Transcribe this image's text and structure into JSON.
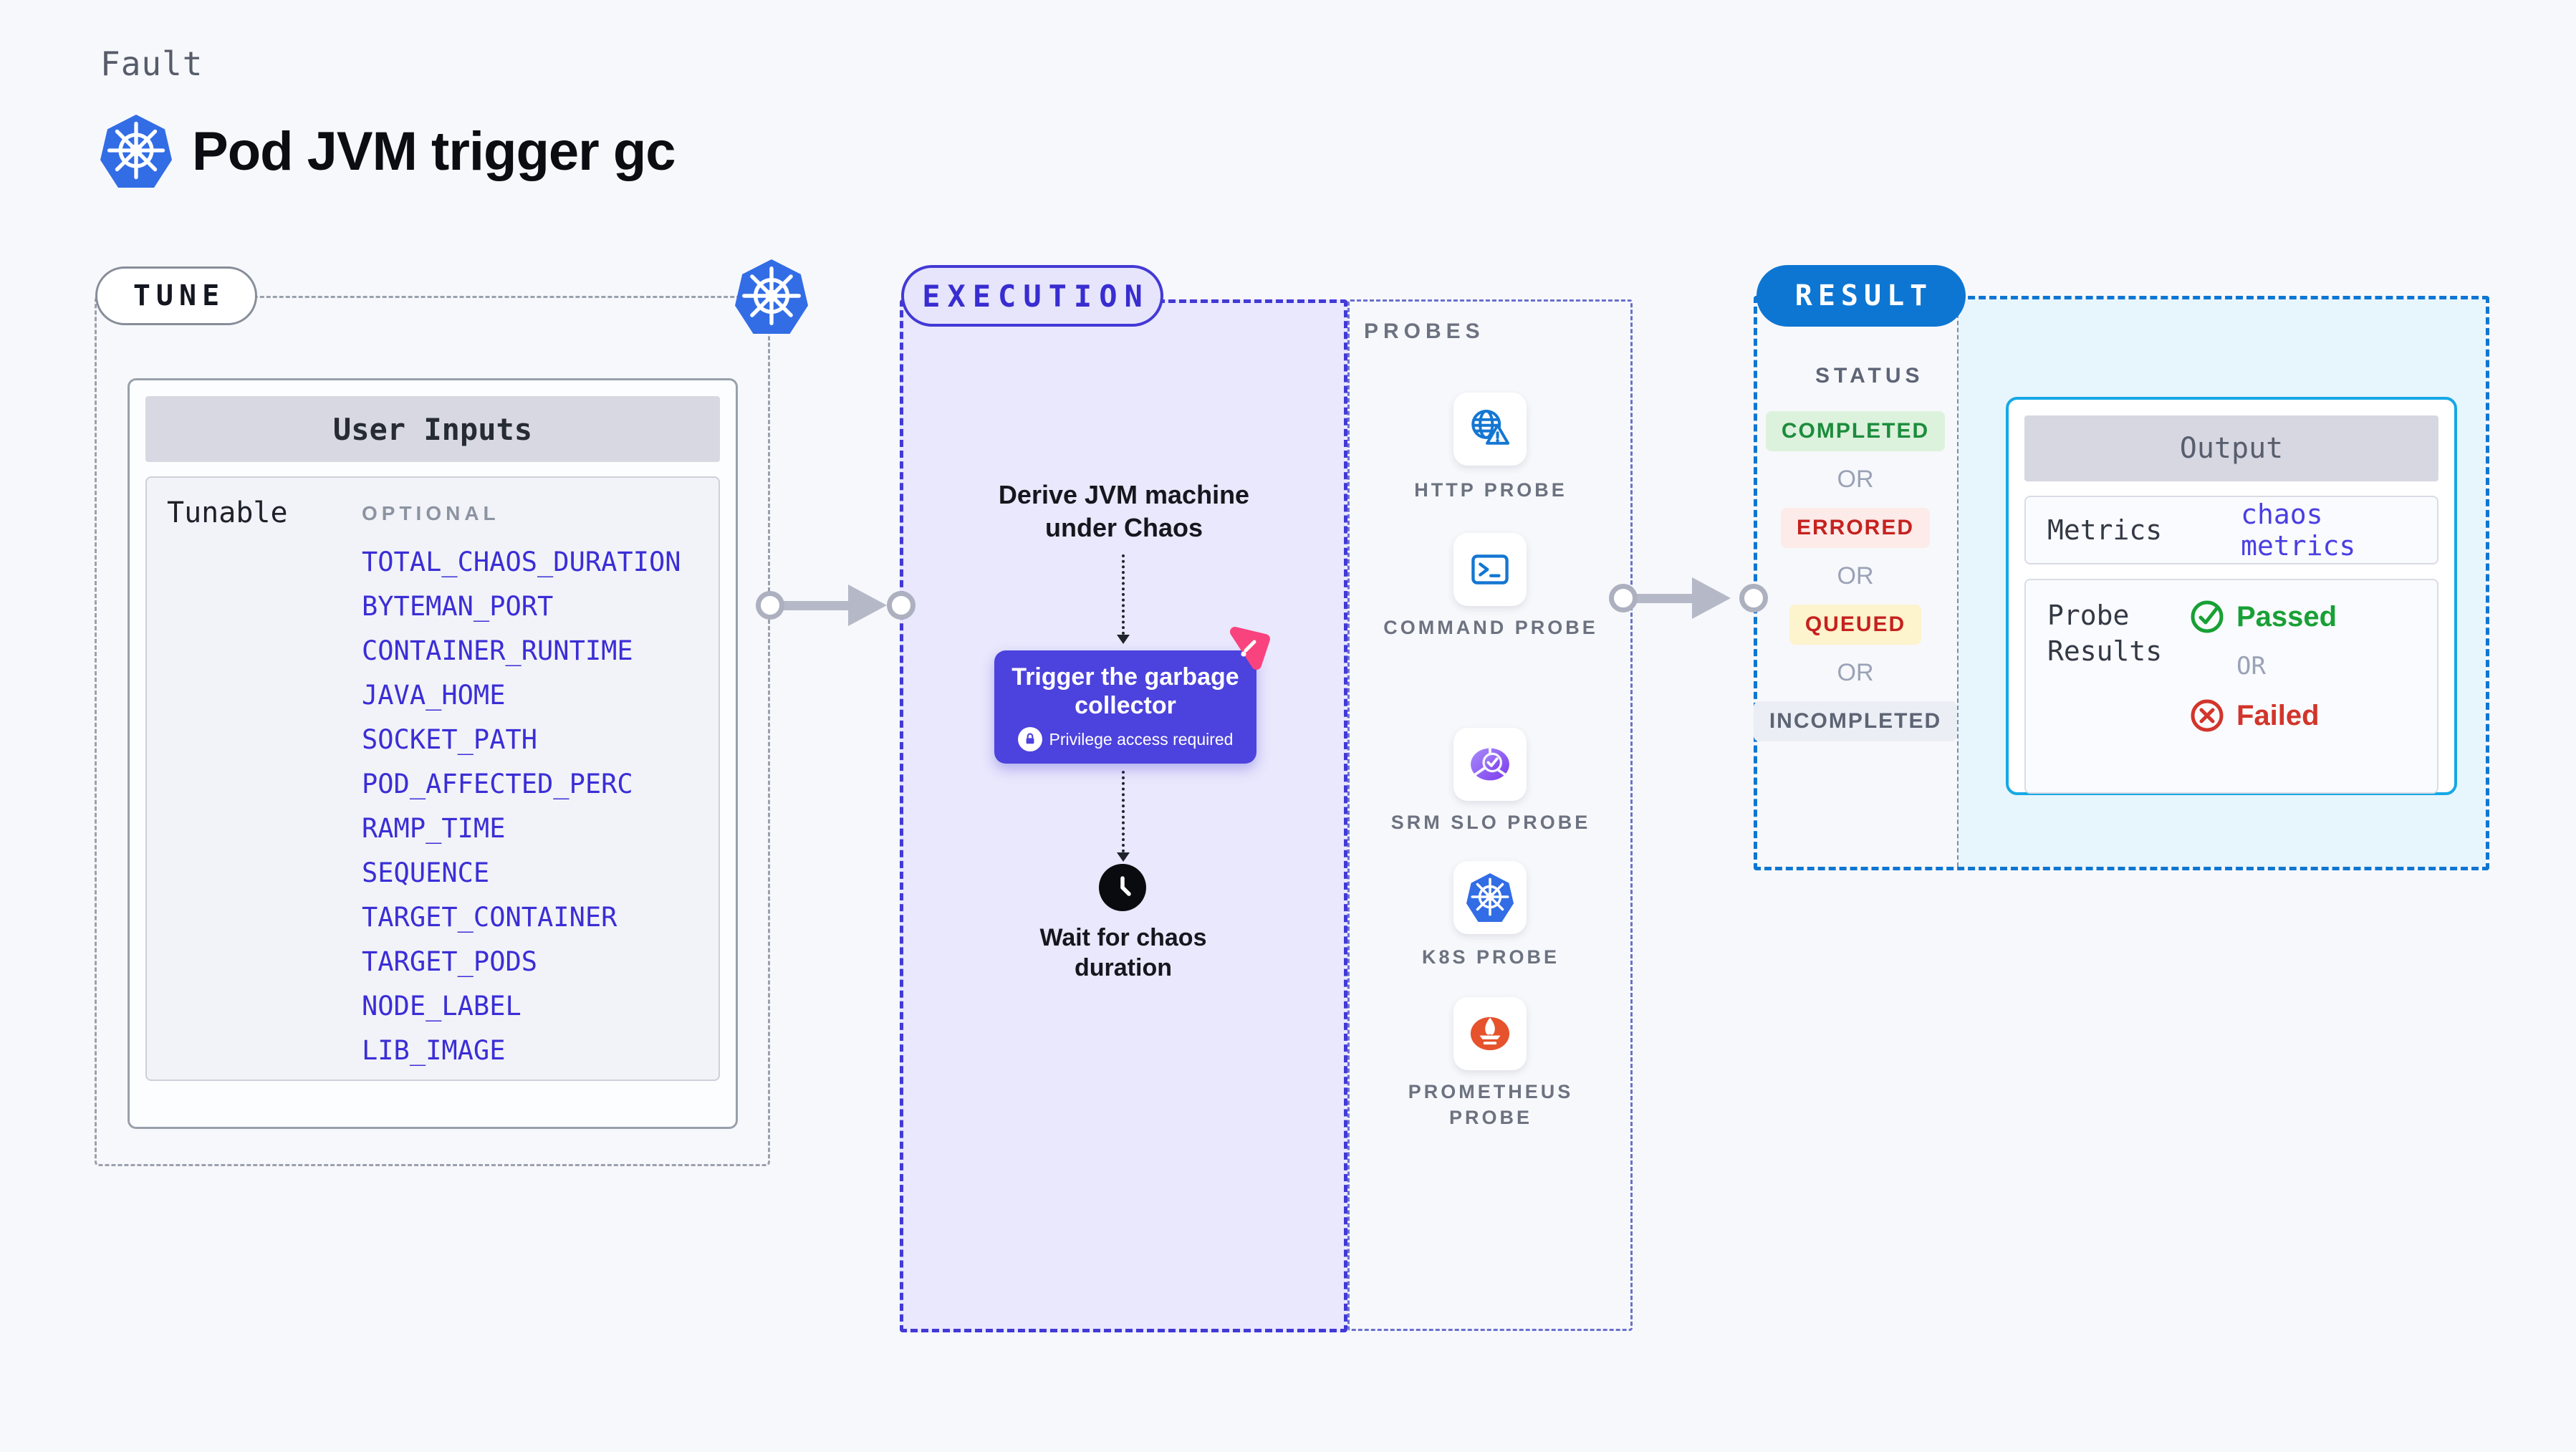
{
  "header": {
    "eyebrow": "Fault",
    "title": "Pod JVM trigger gc"
  },
  "tune": {
    "badge": "TUNE",
    "card_header": "User Inputs",
    "row_label": "Tunable",
    "column_label": "OPTIONAL",
    "tunables": [
      "TOTAL_CHAOS_DURATION",
      "BYTEMAN_PORT",
      "CONTAINER_RUNTIME",
      "JAVA_HOME",
      "SOCKET_PATH",
      "POD_AFFECTED_PERC",
      "RAMP_TIME",
      "SEQUENCE",
      "TARGET_CONTAINER",
      "TARGET_PODS",
      "NODE_LABEL",
      "LIB_IMAGE"
    ]
  },
  "execution": {
    "badge": "EXECUTION",
    "derive_label": "Derive JVM machine under Chaos",
    "trigger_label": "Trigger the garbage collector",
    "privilege_label": "Privilege access required",
    "wait_label": "Wait for chaos duration"
  },
  "probes": {
    "title": "PROBES",
    "items": [
      {
        "label": "HTTP PROBE",
        "icon": "globe-alert-icon"
      },
      {
        "label": "COMMAND PROBE",
        "icon": "terminal-icon"
      },
      {
        "label": "SRM SLO PROBE",
        "icon": "slo-gauge-icon"
      },
      {
        "label": "K8S PROBE",
        "icon": "kubernetes-icon"
      },
      {
        "label": "PROMETHEUS PROBE",
        "icon": "prometheus-icon"
      }
    ]
  },
  "result": {
    "badge": "RESULT",
    "status_title": "STATUS",
    "or_label": "OR",
    "statuses": [
      {
        "label": "COMPLETED",
        "color": "#1c8c3c",
        "bg": "#dcf2dc"
      },
      {
        "label": "ERRORED",
        "color": "#c5221f",
        "bg": "#fcebe9"
      },
      {
        "label": "QUEUED",
        "color": "#c5221f",
        "bg": "#fdf3cd"
      },
      {
        "label": "INCOMPLETED",
        "color": "#5d6473",
        "bg": "#eceef5"
      }
    ],
    "output": {
      "header": "Output",
      "metrics_label": "Metrics",
      "metrics_value": "chaos metrics",
      "probe_results_label": "Probe Results",
      "passed_label": "Passed",
      "failed_label": "Failed"
    }
  },
  "colors": {
    "page_bg": "#f7f8fb",
    "accent_indigo": "#4339d6",
    "accent_blue": "#0d76d3",
    "accent_cyan": "#16a8e4",
    "tunable_link": "#3b2ed6",
    "kubernetes_blue": "#326de6",
    "probe_icon_blue": "#1476d2",
    "prometheus_orange": "#e6522c",
    "pink_badge": "#f9437e",
    "passed_green": "#18a035",
    "failed_red": "#d2352b"
  }
}
